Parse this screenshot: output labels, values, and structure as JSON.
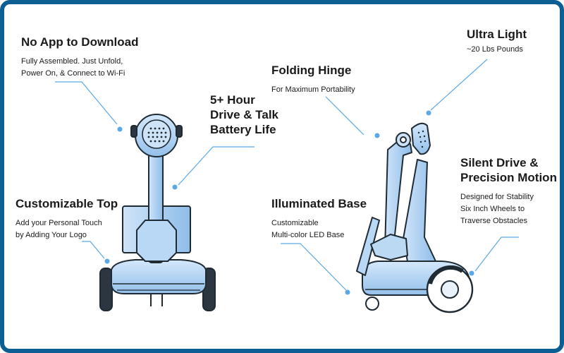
{
  "callouts": {
    "no_app": {
      "title": [
        "No App to Download"
      ],
      "body": [
        "Fully Assembled. Just Unfold,",
        "Power On, & Connect to Wi-Fi"
      ]
    },
    "battery": {
      "title": [
        "5+ Hour",
        "Drive & Talk",
        "Battery Life"
      ],
      "body": []
    },
    "custom_top": {
      "title": [
        "Customizable Top"
      ],
      "body": [
        "Add your Personal Touch",
        "by Adding Your Logo"
      ]
    },
    "folding_hinge": {
      "title": [
        "Folding Hinge"
      ],
      "body": [
        "For Maximum Portability"
      ]
    },
    "ultra_light": {
      "title": [
        "Ultra Light"
      ],
      "body": [
        "~20 Lbs Pounds"
      ]
    },
    "illuminated_base": {
      "title": [
        "Illuminated Base"
      ],
      "body": [
        "Customizable",
        "Multi-color LED Base"
      ]
    },
    "silent_drive": {
      "title": [
        "Silent Drive &",
        "Precision Motion"
      ],
      "body": [
        "Designed for Stability",
        "Six Inch Wheels to",
        "Traverse Obstacles"
      ]
    }
  },
  "colors": {
    "frame": "#0d5e93",
    "robot_fill": "#a9cdf2",
    "robot_stroke": "#1f2a33",
    "leader_line": "#5aa9e6",
    "wheel": "#1f2a33"
  }
}
